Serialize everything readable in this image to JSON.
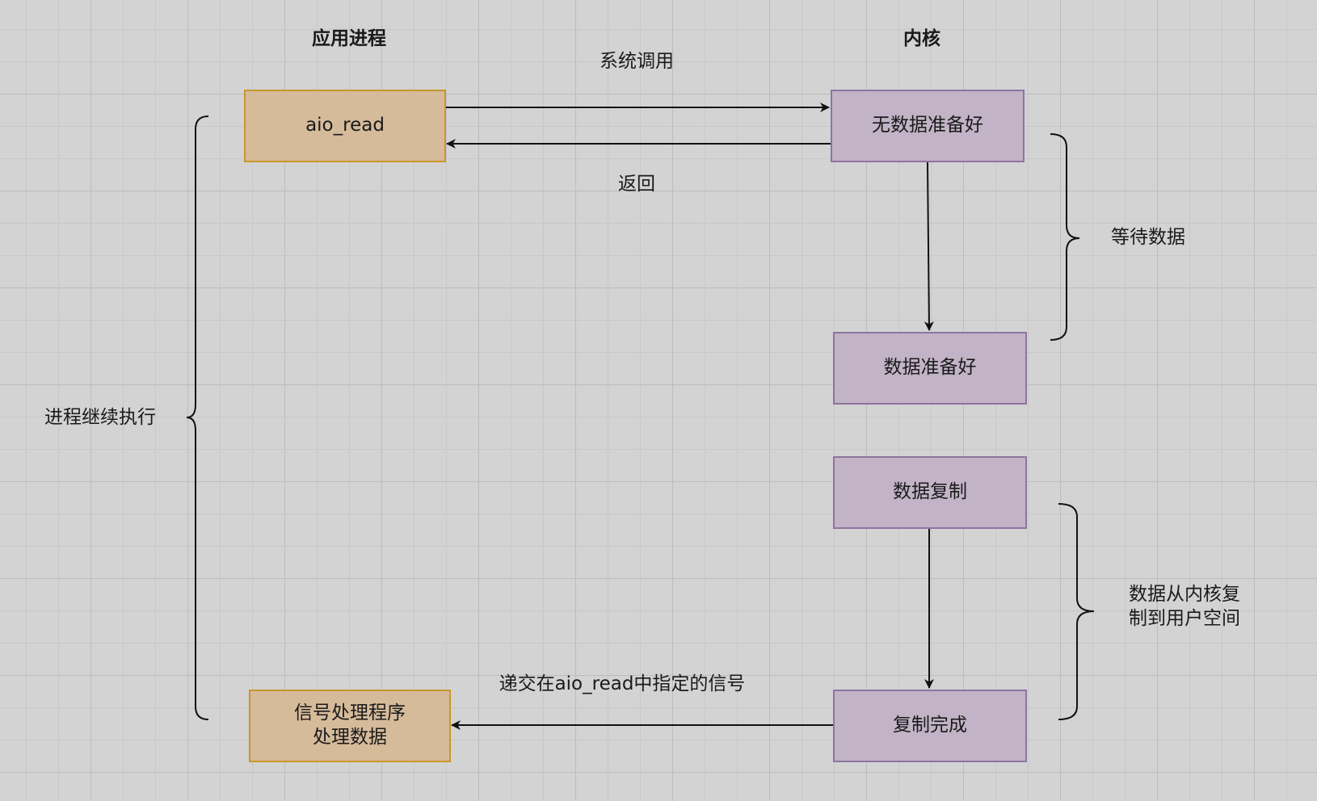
{
  "headers": {
    "app_process": "应用进程",
    "kernel": "内核"
  },
  "edges": {
    "syscall": "系统调用",
    "return": "返回",
    "signal": "递交在aio_read中指定的信号"
  },
  "nodes": {
    "aio_read": "aio_read",
    "no_data_ready": "无数据准备好",
    "data_ready": "数据准备好",
    "data_copy": "数据复制",
    "copy_done": "复制完成",
    "signal_handler": [
      "信号处理程序",
      "处理数据"
    ]
  },
  "braces": {
    "wait_data": "等待数据",
    "copy_to_user": [
      "数据从内核复",
      "制到用户空间"
    ],
    "process_continue": "进程继续执行"
  },
  "colors": {
    "app_fill": "#d6bb9b",
    "app_stroke": "#c9962b",
    "kernel_fill": "#c2b3c6",
    "kernel_stroke": "#8e74a0",
    "line": "#111111"
  }
}
